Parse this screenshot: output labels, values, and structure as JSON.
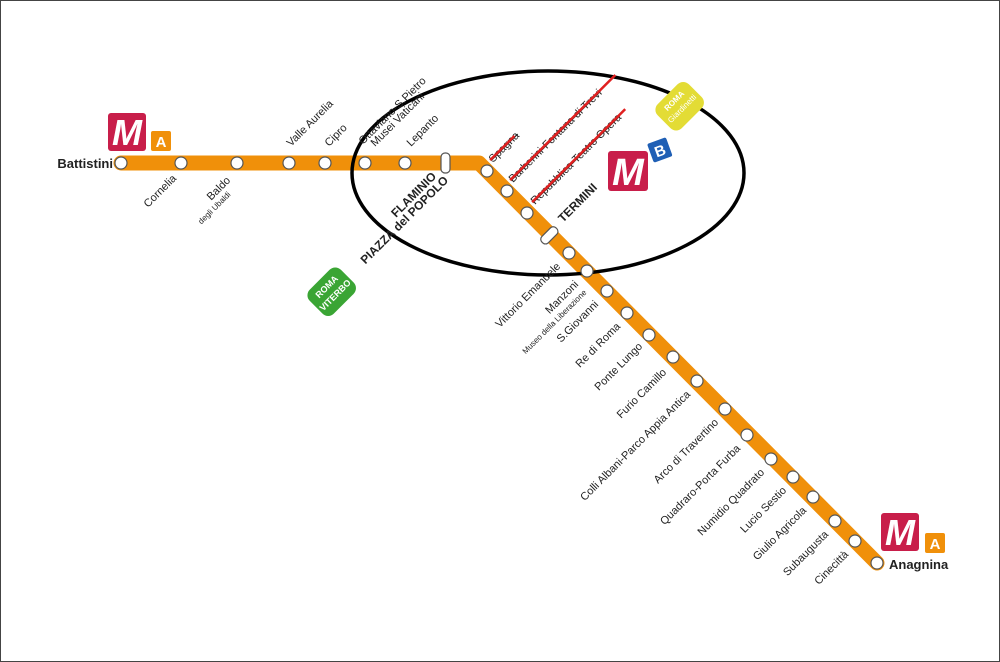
{
  "line": {
    "logo_letter": "M",
    "line_letter": "A",
    "interchange_letter": "B",
    "colors": {
      "line": "#f0900a",
      "metro_logo": "#c81e4a",
      "line_a_badge": "#f0900a",
      "line_b_badge": "#1f5fb5",
      "roma_viterbo": "#3aa534",
      "roma_giardinetti": "#e3dc35",
      "closed_strike": "#e02020",
      "highlight_circle": "#000000"
    }
  },
  "stations": [
    {
      "id": "battistini",
      "name": "Battistini",
      "bold": true,
      "status": "open"
    },
    {
      "id": "cornelia",
      "name": "Cornelia",
      "status": "open"
    },
    {
      "id": "baldo",
      "name": "Baldo",
      "name_small": "degli Ubaldi",
      "status": "open"
    },
    {
      "id": "valle-aurelia",
      "name": "Valle Aurelia",
      "status": "open"
    },
    {
      "id": "cipro",
      "name": "Cipro",
      "status": "open"
    },
    {
      "id": "ottaviano",
      "name": "Ottaviano-S.Pietro",
      "name2": "Musei Vaticani",
      "status": "open"
    },
    {
      "id": "lepanto",
      "name": "Lepanto",
      "status": "open"
    },
    {
      "id": "flaminio",
      "name": "FLAMINIO",
      "name2": "PIAZZA del POPOLO",
      "bold": true,
      "status": "open"
    },
    {
      "id": "spagna",
      "name": "Spagna",
      "status": "closed"
    },
    {
      "id": "barberini",
      "name": "Barberini-Fontana di Trevi",
      "status": "closed"
    },
    {
      "id": "repubblica",
      "name": "Repubblica-Teatro Opera",
      "status": "closed"
    },
    {
      "id": "termini",
      "name": "TERMINI",
      "bold": true,
      "status": "open"
    },
    {
      "id": "vittorio",
      "name": "Vittorio Emanuele",
      "status": "open"
    },
    {
      "id": "manzoni",
      "name": "Manzoni",
      "name_small": "Museo della Liberazione",
      "status": "open"
    },
    {
      "id": "s-giovanni",
      "name": "S.Giovanni",
      "status": "open"
    },
    {
      "id": "re-di-roma",
      "name": "Re di Roma",
      "status": "open"
    },
    {
      "id": "ponte-lungo",
      "name": "Ponte Lungo",
      "status": "open"
    },
    {
      "id": "furio-camillo",
      "name": "Furio Camillo",
      "status": "open"
    },
    {
      "id": "colli-albani",
      "name": "Colli Albani-Parco Appia Antica",
      "status": "open"
    },
    {
      "id": "arco-travertino",
      "name": "Arco di Travertino",
      "status": "open"
    },
    {
      "id": "porta-furba",
      "name": "Quadraro-Porta Furba",
      "status": "open"
    },
    {
      "id": "numidio",
      "name": "Numidio Quadrato",
      "status": "open"
    },
    {
      "id": "lucio-sestio",
      "name": "Lucio Sestio",
      "status": "open"
    },
    {
      "id": "giulio-agricola",
      "name": "Giulio Agricola",
      "status": "open"
    },
    {
      "id": "subaugusta",
      "name": "Subaugusta",
      "status": "open"
    },
    {
      "id": "cinecitta",
      "name": "Cinecittà",
      "status": "open"
    },
    {
      "id": "anagnina",
      "name": "Anagnina",
      "bold": true,
      "status": "open"
    }
  ],
  "connections": {
    "roma_viterbo": {
      "line1": "ROMA",
      "line2": "VITERBO"
    },
    "roma_giardinetti": {
      "line1": "ROMA",
      "line2": "Giardinetti"
    }
  }
}
